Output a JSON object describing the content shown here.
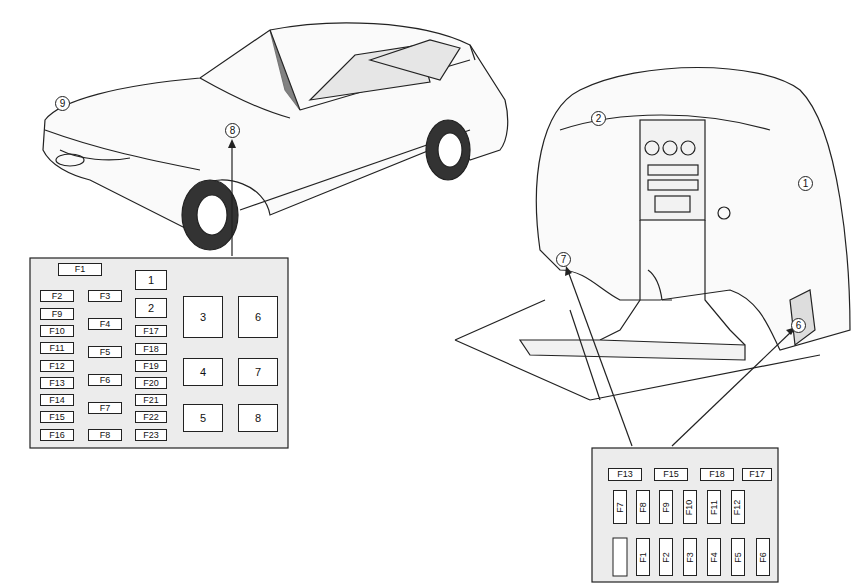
{
  "diagram": {
    "nodes": [
      {
        "text": [
          "9"
        ]
      },
      {
        "text": [
          "8"
        ]
      },
      {
        "text": [
          "F1"
        ]
      },
      {
        "text": [
          "F2"
        ]
      },
      {
        "text": [
          "F9"
        ]
      },
      {
        "text": [
          "F10"
        ]
      },
      {
        "text": [
          "F11"
        ]
      },
      {
        "text": [
          "F12"
        ]
      },
      {
        "text": [
          "F13"
        ]
      },
      {
        "text": [
          "F14"
        ]
      },
      {
        "text": [
          "F15"
        ]
      },
      {
        "text": [
          "F16"
        ]
      },
      {
        "text": [
          "F3"
        ]
      },
      {
        "text": [
          "F4"
        ]
      },
      {
        "text": [
          "F5"
        ]
      },
      {
        "text": [
          "F6"
        ]
      },
      {
        "text": [
          "F7"
        ]
      },
      {
        "text": [
          "F8"
        ]
      },
      {
        "text": [
          "1"
        ]
      },
      {
        "text": [
          "2"
        ]
      },
      {
        "text": [
          "F17"
        ]
      },
      {
        "text": [
          "F18"
        ]
      },
      {
        "text": [
          "F19"
        ]
      },
      {
        "text": [
          "F20"
        ]
      },
      {
        "text": [
          "F21"
        ]
      },
      {
        "text": [
          "F22"
        ]
      },
      {
        "text": [
          "F23"
        ]
      },
      {
        "text": [
          "3"
        ]
      },
      {
        "text": [
          "6"
        ]
      },
      {
        "text": [
          "4"
        ]
      },
      {
        "text": [
          "7"
        ]
      },
      {
        "text": [
          "5"
        ]
      },
      {
        "text": [
          "8"
        ]
      },
      {
        "text": [
          "2"
        ]
      },
      {
        "text": [
          "1"
        ]
      },
      {
        "text": [
          "7"
        ]
      },
      {
        "text": [
          "6"
        ]
      },
      {
        "text": [
          "F13"
        ]
      },
      {
        "text": [
          "F15"
        ]
      },
      {
        "text": [
          "F18"
        ]
      },
      {
        "text": [
          "F17"
        ]
      },
      {
        "text": [
          "F7"
        ]
      },
      {
        "text": [
          "F8"
        ]
      },
      {
        "text": [
          "F9"
        ]
      },
      {
        "text": [
          "F10"
        ]
      },
      {
        "text": [
          "F11"
        ]
      },
      {
        "text": [
          "F12"
        ]
      },
      {
        "text": [
          "F1"
        ]
      },
      {
        "text": [
          "F2"
        ]
      },
      {
        "text": [
          "F3"
        ]
      },
      {
        "text": [
          "F4"
        ]
      },
      {
        "text": [
          "F5"
        ]
      },
      {
        "text": [
          "F6"
        ]
      }
    ]
  }
}
